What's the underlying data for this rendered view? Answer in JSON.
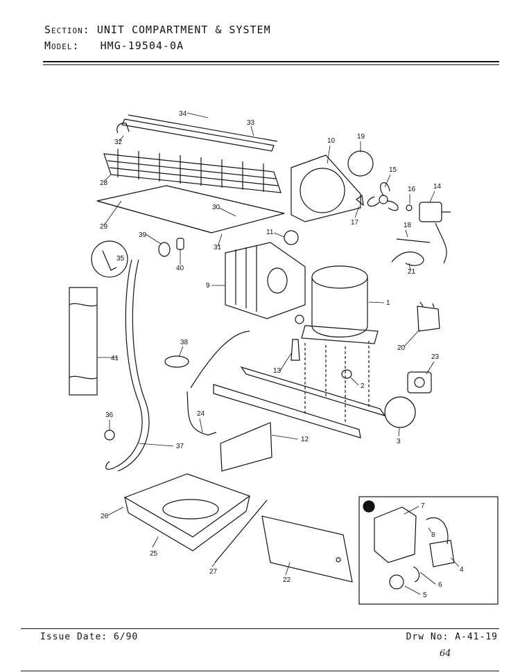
{
  "header": {
    "section_label": "Section:",
    "section_value": "UNIT COMPARTMENT & SYSTEM",
    "model_label": "Model:",
    "model_value": "HMG-19504-0A"
  },
  "footer": {
    "issue_label": "Issue Date:",
    "issue_value": "6/90",
    "drawing_label": "Drw No:",
    "drawing_value": "A-41-19",
    "handwritten_note": "64"
  },
  "diagram": {
    "part_numbers": [
      "1",
      "2",
      "3",
      "4",
      "5",
      "6",
      "7",
      "8",
      "9",
      "10",
      "11",
      "12",
      "13",
      "14",
      "15",
      "16",
      "17",
      "18",
      "19",
      "20",
      "21",
      "22",
      "23",
      "24",
      "25",
      "26",
      "27",
      "28",
      "29",
      "30",
      "31",
      "32",
      "33",
      "34",
      "35",
      "36",
      "37",
      "38",
      "39",
      "40",
      "41"
    ],
    "inset_marker": "1"
  }
}
